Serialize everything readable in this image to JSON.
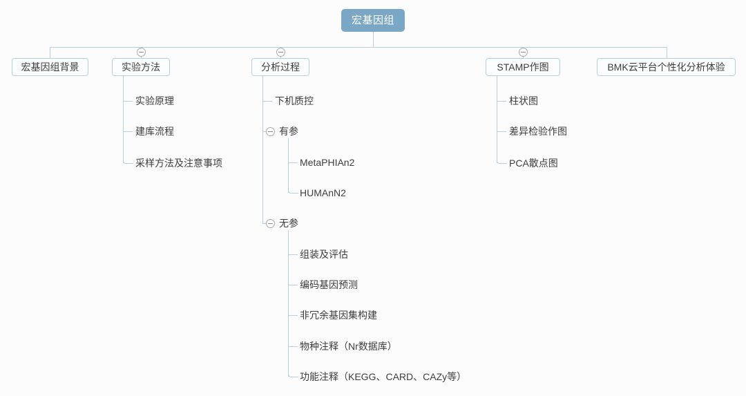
{
  "diagram": {
    "title": "宏基因组",
    "type": "mind-map-tree",
    "accent_color": "#7ba7c7",
    "line_color": "#b6cfe0",
    "background_color": "#fcfcfd",
    "root": {
      "label": "宏基因组"
    },
    "level2": [
      {
        "label": "宏基因组背景",
        "has_toggle": false
      },
      {
        "label": "实验方法",
        "has_toggle": true
      },
      {
        "label": "分析过程",
        "has_toggle": true
      },
      {
        "label": "STAMP作图",
        "has_toggle": true
      },
      {
        "label": "BMK云平台个性化分析体验",
        "has_toggle": false
      }
    ],
    "experiment_children": [
      {
        "label": "实验原理"
      },
      {
        "label": "建库流程"
      },
      {
        "label": "采样方法及注意事项"
      }
    ],
    "analysis_children": [
      {
        "label": "下机质控",
        "has_toggle": false
      },
      {
        "label": "有参",
        "has_toggle": true
      },
      {
        "label": "无参",
        "has_toggle": true
      }
    ],
    "reference_children": [
      {
        "label": "MetaPHIAn2"
      },
      {
        "label": "HUMAnN2"
      }
    ],
    "denovo_children": [
      {
        "label": "组装及评估"
      },
      {
        "label": "编码基因预测"
      },
      {
        "label": "非冗余基因集构建"
      },
      {
        "label": "物种注释（Nr数据库）"
      },
      {
        "label": "功能注释（KEGG、CARD、CAZy等）"
      }
    ],
    "stamp_children": [
      {
        "label": "柱状图"
      },
      {
        "label": "差异检验作图"
      },
      {
        "label": "PCA散点图"
      }
    ],
    "toggle_icon": "collapse-minus-icon"
  }
}
